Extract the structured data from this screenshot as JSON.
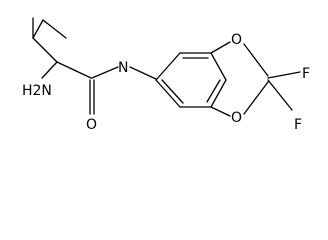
{
  "molecule": {
    "atoms": {
      "amino": "H2N",
      "amide_nitrogen": "N",
      "carbonyl_oxygen": "O",
      "ring_oxygen_top": "O",
      "ring_oxygen_bottom": "O",
      "fluorine_top": "F",
      "fluorine_bottom": "F"
    }
  },
  "colors": {
    "bond": "#000000",
    "label": "#000000",
    "background": "#ffffff"
  }
}
